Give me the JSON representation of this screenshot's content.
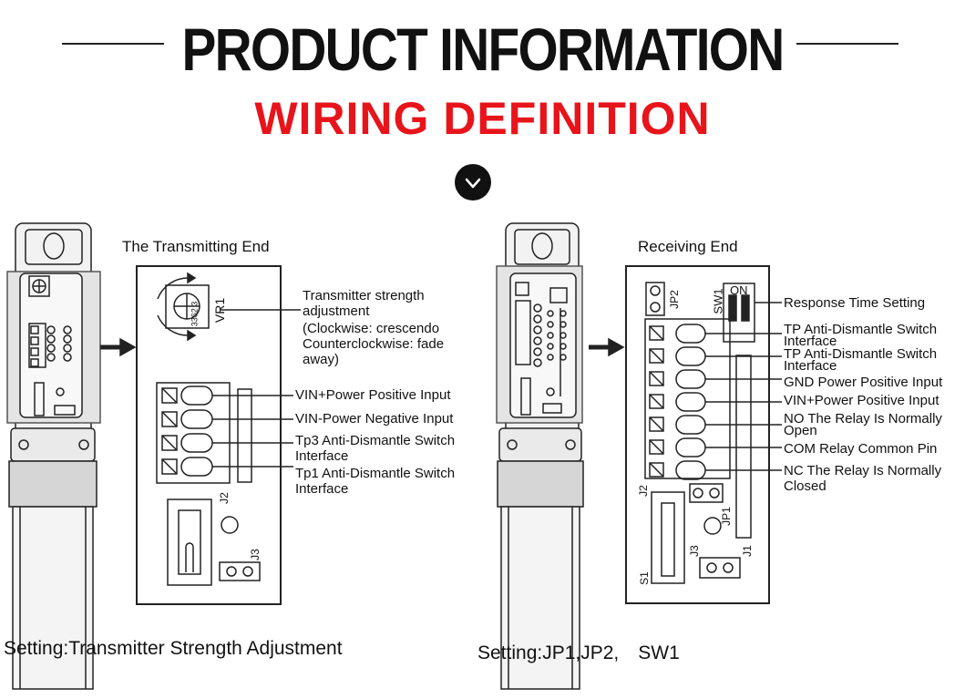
{
  "header": {
    "title": "PRODUCT INFORMATION",
    "subtitle": "WIRING DEFINITION",
    "chevron_icon": "chevron-down-icon",
    "subtitle_color": "#e8141b"
  },
  "left": {
    "section_title": "The Transmitting End",
    "vr_label": "VR1",
    "pot_text": "3362 3",
    "j2_label": "J2",
    "j3_label": "J3",
    "annotation_lines": [
      "Transmitter strength",
      "adjustment",
      "(Clockwise: crescendo",
      "Counterclockwise: fade",
      "away)"
    ],
    "pins": [
      {
        "line1": "VIN+Power Positive Input",
        "line2": ""
      },
      {
        "line1": "VIN-Power Negative Input",
        "line2": ""
      },
      {
        "line1": "Tp3 Anti-Dismantle Switch",
        "line2": "Interface"
      },
      {
        "line1": "Tp1 Anti-Dismantle Switch",
        "line2": "Interface"
      }
    ],
    "setting": "Setting:Transmitter Strength Adjustment"
  },
  "right": {
    "section_title": "Receiving End",
    "jp2_label": "JP2",
    "jp1_label": "JP1",
    "sw1_label": "SW1",
    "on_label": "ON",
    "j1_label": "J1",
    "j2_label": "J2",
    "j3_label": "J3",
    "s1_label": "S1",
    "response_time": "Response Time Setting",
    "pins": [
      {
        "line1": "TP Anti-Dismantle Switch",
        "line2": "Interface"
      },
      {
        "line1": "TP Anti-Dismantle Switch",
        "line2": "Interface"
      },
      {
        "line1": "GND Power Positive Input",
        "line2": ""
      },
      {
        "line1": "VIN+Power Positive Input",
        "line2": ""
      },
      {
        "line1": "NO The Relay Is Normally",
        "line2": "Open"
      },
      {
        "line1": "COM Relay Common Pin",
        "line2": ""
      },
      {
        "line1": "NC The Relay Is Normally",
        "line2": "Closed"
      }
    ],
    "setting": "Setting:JP1,JP2,　SW1"
  }
}
